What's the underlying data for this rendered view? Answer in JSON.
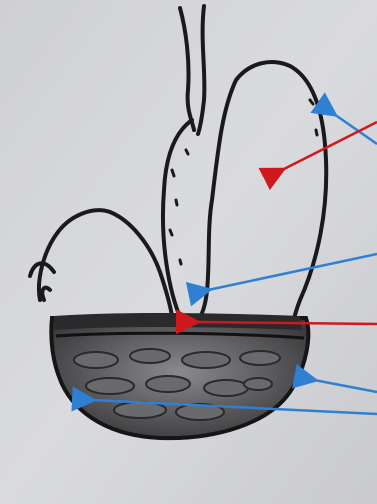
{
  "figure": {
    "kind": "hand-drawn sketch photographed on paper",
    "background": "#d7d8dc",
    "ink_color": "#1a1a1a",
    "arrow_colors": {
      "red": "#d0191c",
      "blue": "#2f7fd3"
    }
  },
  "arrows": [
    {
      "id": "arrow-1",
      "color": "blue"
    },
    {
      "id": "arrow-2",
      "color": "red"
    },
    {
      "id": "arrow-3",
      "color": "blue"
    },
    {
      "id": "arrow-4",
      "color": "red"
    },
    {
      "id": "arrow-5",
      "color": "blue"
    },
    {
      "id": "arrow-6",
      "color": "blue"
    }
  ]
}
